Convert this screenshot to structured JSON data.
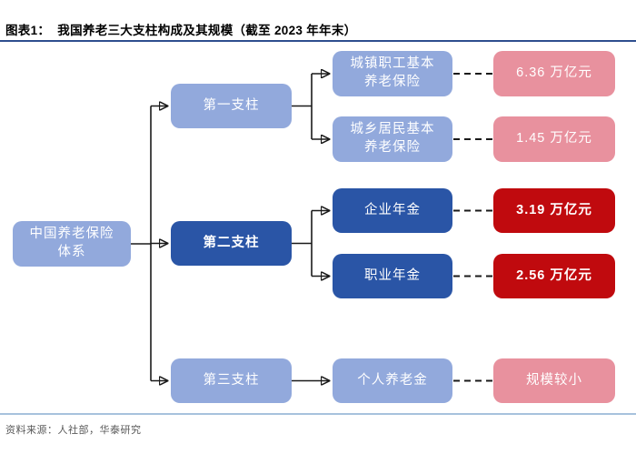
{
  "header": {
    "title": "图表1：  我国养老三大支柱构成及其规模（截至 2023 年年末）"
  },
  "diagram": {
    "root": {
      "label": "中国养老保险\n体系"
    },
    "pillars": [
      {
        "label": "第一支柱"
      },
      {
        "label": "第二支柱"
      },
      {
        "label": "第三支柱"
      }
    ],
    "items": [
      {
        "label": "城镇职工基本\n养老保险",
        "value": "6.36 万亿元"
      },
      {
        "label": "城乡居民基本\n养老保险",
        "value": "1.45 万亿元"
      },
      {
        "label": "企业年金",
        "value": "3.19 万亿元"
      },
      {
        "label": "职业年金",
        "value": "2.56 万亿元"
      },
      {
        "label": "个人养老金",
        "value": "规模较小"
      }
    ]
  },
  "footer": {
    "source": "资料来源：人社部，华泰研究"
  },
  "colors": {
    "light_blue_box": "#92a9dc",
    "dark_blue_box": "#2a55a6",
    "pink_box": "#e8919e",
    "red_box": "#c00a0e",
    "title_rule": "#2e4e8f",
    "bottom_rule": "#a7c2dd",
    "connector": "#1a1a1a",
    "source_text": "#595959"
  }
}
